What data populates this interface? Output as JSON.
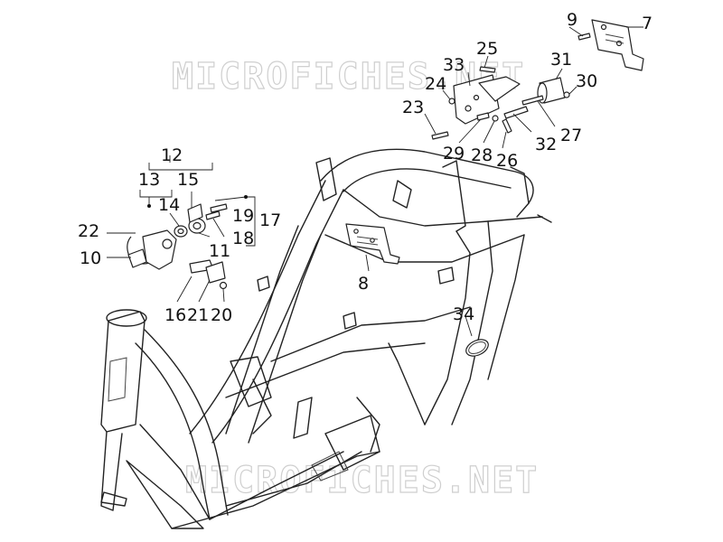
{
  "watermark": {
    "top": "MICROFICHES.NET",
    "bottom": "MICROFICHES.NET"
  },
  "labels": {
    "l7": "7",
    "l9": "9",
    "l25": "25",
    "l33": "33",
    "l31": "31",
    "l24": "24",
    "l30": "30",
    "l23": "23",
    "l27": "27",
    "l32": "32",
    "l29": "29",
    "l28": "28",
    "l26": "26",
    "l12": "12",
    "l13": "13",
    "l15": "15",
    "l14": "14",
    "l19": "19",
    "l17": "17",
    "l22": "22",
    "l18": "18",
    "l11": "11",
    "l10": "10",
    "l8": "8",
    "l16": "16",
    "l21": "21",
    "l20": "20",
    "l34": "34"
  }
}
